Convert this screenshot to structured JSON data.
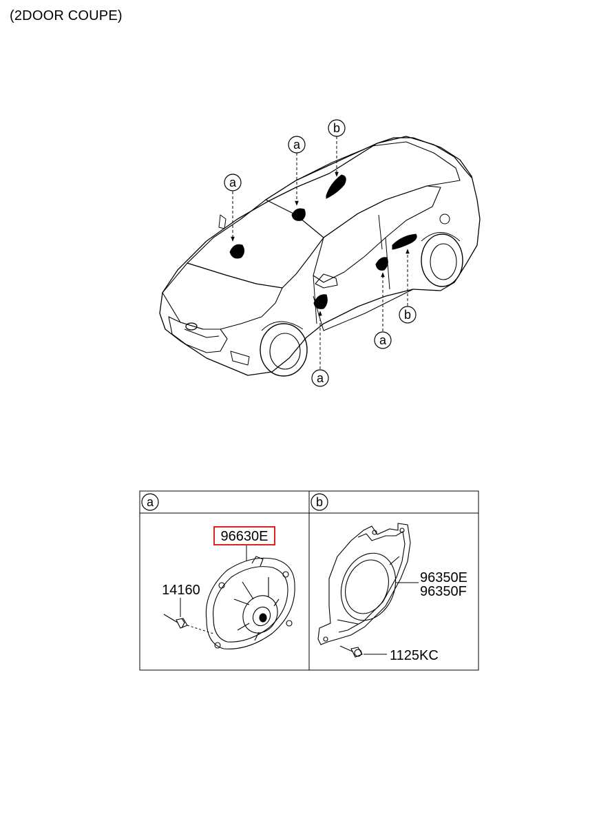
{
  "header": {
    "title": "(2DOOR COUPE)"
  },
  "callouts": {
    "a": "a",
    "b": "b"
  },
  "panels": {
    "a": {
      "label": "a",
      "parts": {
        "speaker": "96630E",
        "screw": "14160"
      },
      "highlighted_part": "96630E",
      "highlight_color": "#e02020"
    },
    "b": {
      "label": "b",
      "parts": {
        "speaker_1": "96350E",
        "speaker_2": "96350F",
        "bolt": "1125KC"
      }
    }
  }
}
